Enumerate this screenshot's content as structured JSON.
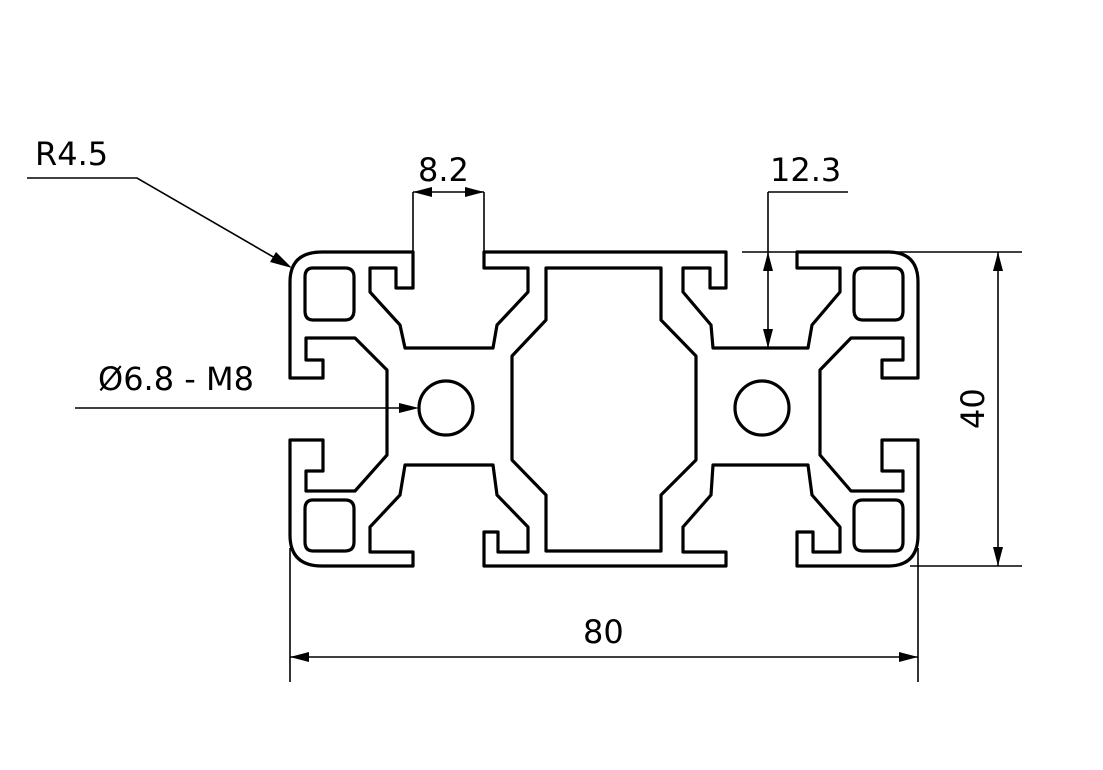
{
  "labels": {
    "radius": "R4.5",
    "slot_width": "8.2",
    "slot_depth": "12.3",
    "bore": "Ø6.8  - M8",
    "width": "80",
    "height": "40"
  },
  "colors": {
    "line": "#000000",
    "background": "#ffffff"
  }
}
